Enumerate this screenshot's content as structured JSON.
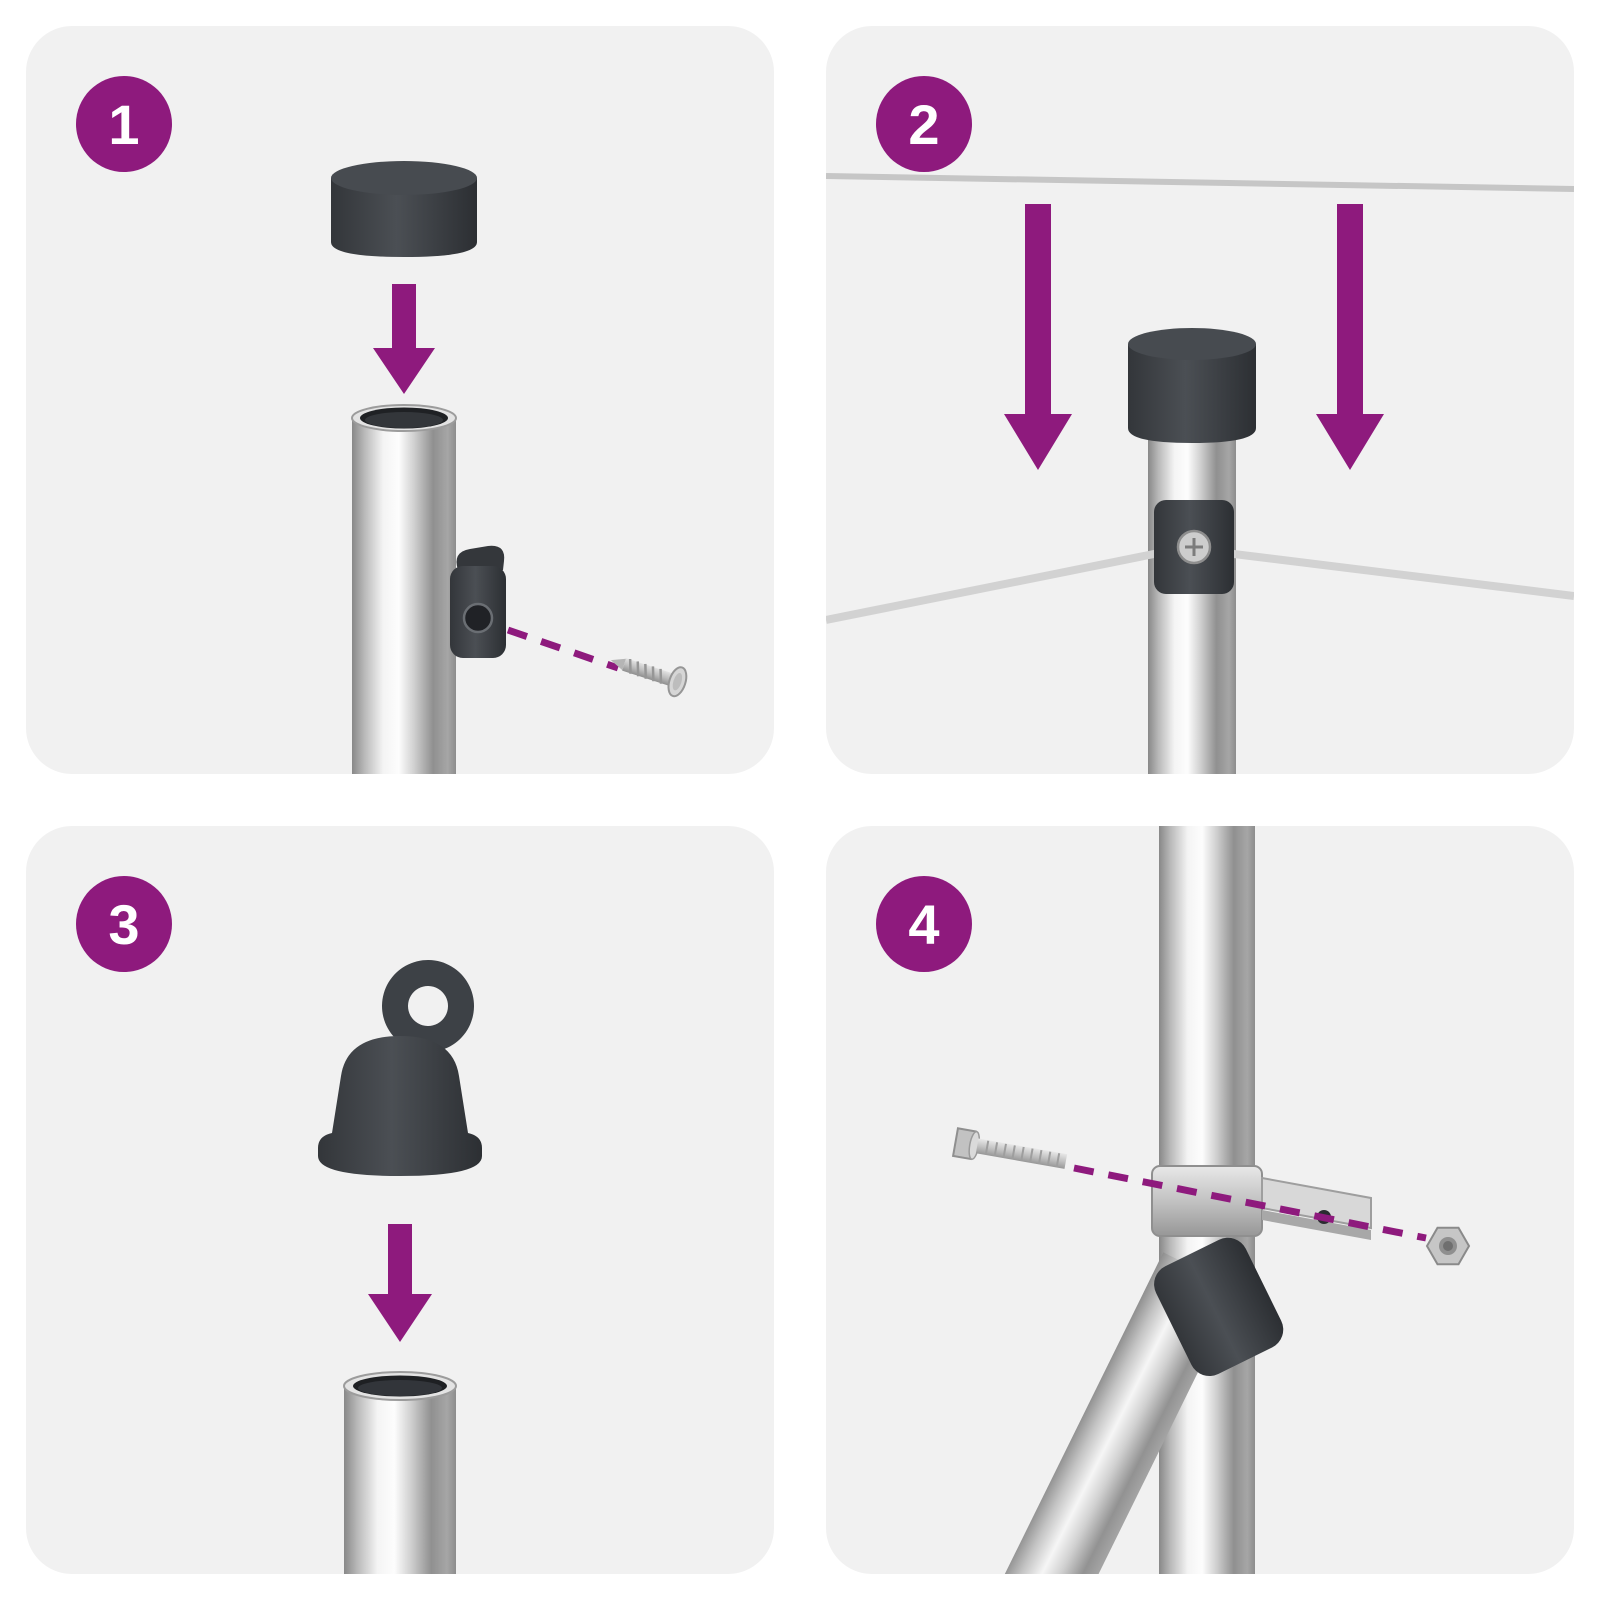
{
  "diagram": {
    "kind": "assembly-instructions",
    "accent_color": "#8E1A7D",
    "panel_background": "#F1F1F1",
    "wire_color": "#CFCFCF",
    "part_dark_color": "#3C4045",
    "steps": [
      {
        "number": "1",
        "illustration": "post-cap-dropped-onto-post-with-clip-and-screw"
      },
      {
        "number": "2",
        "illustration": "wires-lowered-onto-capped-post-wire-clamp"
      },
      {
        "number": "3",
        "illustration": "eyelet-cap-dropped-onto-post"
      },
      {
        "number": "4",
        "illustration": "diagonal-brace-bolted-to-post-clamp-with-nut"
      }
    ]
  }
}
